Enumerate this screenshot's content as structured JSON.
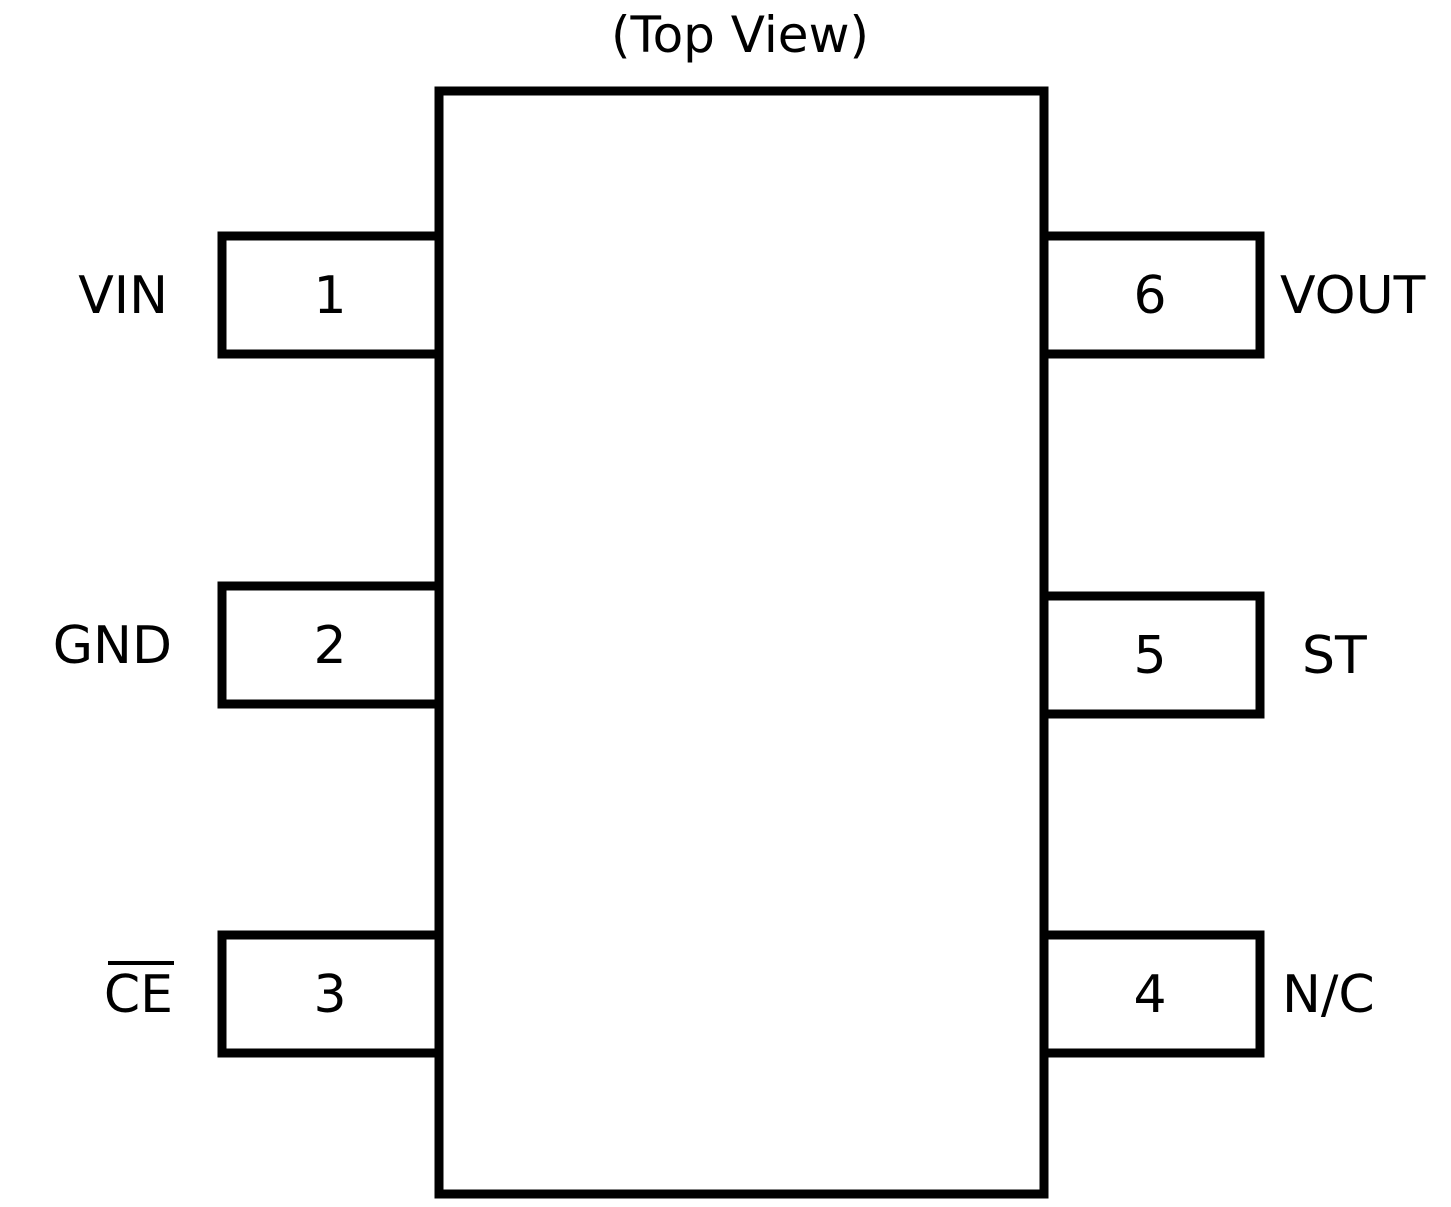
{
  "title": "(Top View)",
  "pins": {
    "left": [
      {
        "number": "1",
        "name": "VIN",
        "overline": false
      },
      {
        "number": "2",
        "name": "GND",
        "overline": false
      },
      {
        "number": "3",
        "name": "CE",
        "overline": true
      }
    ],
    "right": [
      {
        "number": "6",
        "name": "VOUT",
        "overline": false
      },
      {
        "number": "5",
        "name": "ST",
        "overline": false
      },
      {
        "number": "4",
        "name": "N/C",
        "overline": false
      }
    ]
  },
  "colors": {
    "stroke": "#000000",
    "background": "#ffffff"
  }
}
